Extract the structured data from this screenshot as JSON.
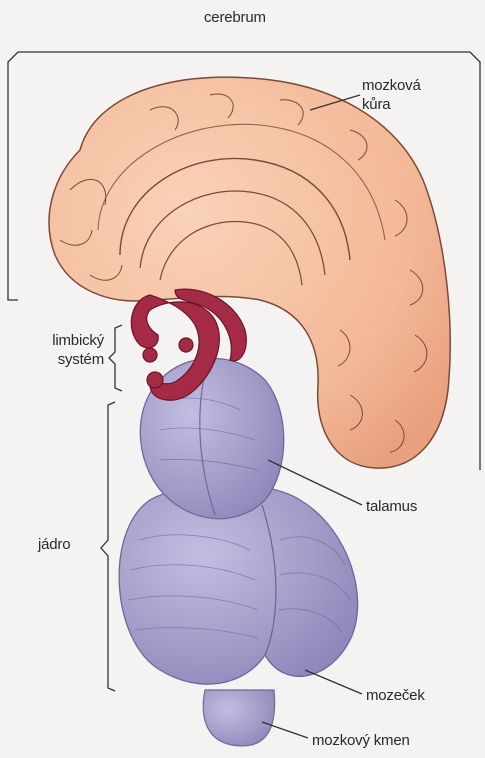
{
  "labels": {
    "cerebrum": "cerebrum",
    "cortex_line1": "mozková",
    "cortex_line2": "kůra",
    "limbic_line1": "limbický",
    "limbic_line2": "systém",
    "core": "jádro",
    "thalamus": "talamus",
    "cerebellum": "mozeček",
    "brainstem": "mozkový kmen"
  },
  "colors": {
    "background": "#f4f3f1",
    "cortex": "#f3b896",
    "cortex_light": "#f9d2b8",
    "cortex_line": "#7a4a3a",
    "limbic": "#a52a45",
    "core": "#a9a3cf",
    "core_shadow": "#8a84b8",
    "line": "#333333"
  }
}
